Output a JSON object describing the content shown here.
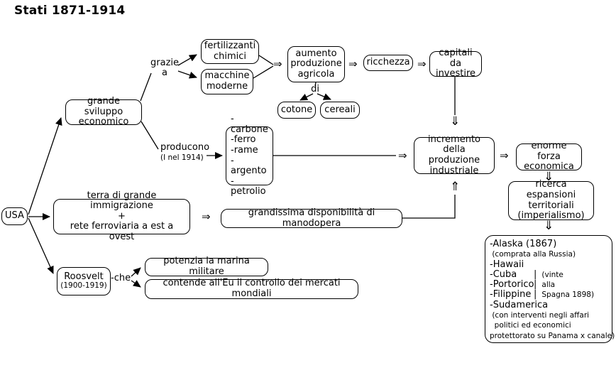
{
  "title": "Stati 1871-1914",
  "icons": {
    "double_arrow_right": "⇒",
    "double_arrow_down": "⇓",
    "double_arrow_up": "⇑"
  },
  "colors": {
    "ink": "#000000",
    "background": "#ffffff"
  },
  "nodes": {
    "usa": "USA",
    "sviluppo": "grande sviluppo\neconomico",
    "fertilizzanti": "fertilizzanti\nchimici",
    "macchine": "macchine\nmoderne",
    "aumento": "aumento\nproduzione\nagricola",
    "ricchezza": "ricchezza",
    "capitali": "capitali da\ninvestire",
    "cotone": "cotone",
    "cereali": "cereali",
    "minerali": "-carbone\n-ferro\n-rame\n-argento\n-petrolio",
    "incremento": "incremento\ndella produzione\nindustriale",
    "enorme": "enorme forza\neconomica",
    "ricerca": "ricerca espansioni\nterritoriali\n(imperialismo)",
    "terra": "terra di grande immigrazione\n+\nrete ferroviaria a est a ovest",
    "grandissima": "grandissima disponibilità di manodopera",
    "roosvelt_name": "Roosvelt",
    "roosvelt_years": "(1900-1919)",
    "potenzia": "potenzia la marina militare",
    "contende": "contende all'Eu il controllo dei mercati mondiali"
  },
  "labels": {
    "grazie": "grazie\na",
    "di": "di",
    "producono": "producono",
    "producono_note": "(I nel 1914)",
    "che": "-che"
  },
  "territories": {
    "lines": [
      {
        "big": "-Alaska (1867)"
      },
      {
        "small": " (comprata alla Russia)"
      },
      {
        "big": "-Hawaii"
      },
      {
        "big": "-Cuba",
        "pipe": "|",
        "small": "(vinte"
      },
      {
        "big": "-Portorico",
        "pipe": "|",
        "small": "alla"
      },
      {
        "big": "-Filippine",
        "pipe": "|",
        "small": "Spagna 1898)"
      },
      {
        "big": "-Sudamerica"
      },
      {
        "small": " (con interventi negli affari"
      },
      {
        "small": "  politici ed economici"
      },
      {
        "small": "protettorato su Panama x canale)"
      }
    ]
  }
}
